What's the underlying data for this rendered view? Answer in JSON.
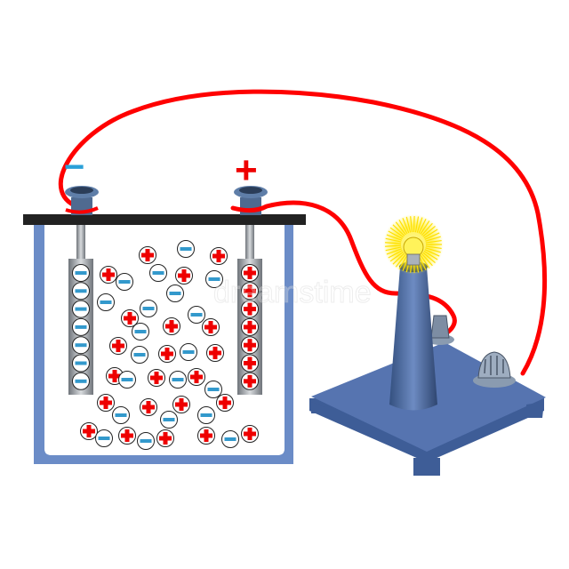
{
  "diagram": {
    "negative_terminal_label": "−",
    "positive_terminal_label": "+",
    "watermark": "dreamstime",
    "colors": {
      "wire": "#ff0000",
      "negative": "#3399cc",
      "positive": "#ee0000",
      "container": "#6b8cc7",
      "base": "#4e6fae",
      "glow": "#ffe600"
    },
    "ions": {
      "anode_column": "negative",
      "cathode_column": "positive",
      "column_count": 7
    }
  }
}
